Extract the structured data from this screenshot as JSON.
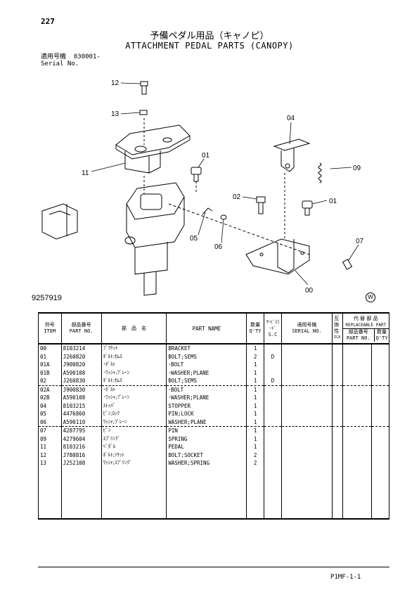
{
  "page_number": "227",
  "title_jp": "予備ペダル用品（キャノピ）",
  "title_en": "ATTACHMENT PEDAL PARTS (CANOPY)",
  "serial_label_jp": "適用号機",
  "serial_value": "030001-",
  "serial_label_en": "Serial No.",
  "figure_number": "9257919",
  "watermark_symbol": "W",
  "callouts": [
    "12",
    "13",
    "11",
    "01",
    "04",
    "09",
    "02",
    "01",
    "05",
    "06",
    "07",
    "00"
  ],
  "table": {
    "headers": {
      "item_jp": "符号",
      "item_en": "ITEM",
      "part_jp": "部品番号",
      "part_en": "PART NO.",
      "name_jp": "部　品　名",
      "name_en": "PART NAME",
      "qty_jp": "数量",
      "qty_en": "Q'TY",
      "svc_jp": "ｻｰﾋﾞｽｺｰﾄﾞ",
      "svc_en": "S.C",
      "serial_jp": "適用号機",
      "serial_en": "SERIAL NO.",
      "inter_jp": "互換性",
      "inter_en": "ICA",
      "repl_jp": "代 替 部 品",
      "repl_en": "REPLACEABLE PART",
      "repl_part_jp": "部品番号",
      "repl_part_en": "PART NO.",
      "repl_qty_jp": "数量",
      "repl_qty_en": "Q'TY"
    },
    "rows": [
      {
        "item": "00",
        "part": "8103214",
        "jp": "ﾌﾞﾗｹｯﾄ",
        "name": "BRACKET",
        "qty": "1",
        "svc": "",
        "group_start": false
      },
      {
        "item": "01",
        "part": "J260820",
        "jp": "ﾎﾞﾙﾄ;ｾﾑｽ",
        "name": "BOLT;SEMS",
        "qty": "2",
        "svc": "D",
        "group_start": false
      },
      {
        "item": "01A",
        "part": "J900820",
        "jp": "･ﾎﾞﾙﾄ",
        "name": "･BOLT",
        "qty": "1",
        "svc": "",
        "group_start": false
      },
      {
        "item": "01B",
        "part": "A590108",
        "jp": "･ﾜｯｼｬ;ﾌﾟﾚｰﾝ",
        "name": "･WASHER;PLANE",
        "qty": "1",
        "svc": "",
        "group_start": false
      },
      {
        "item": "02",
        "part": "J260830",
        "jp": "ﾎﾞﾙﾄ;ｾﾑｽ",
        "name": "BOLT;SEMS",
        "qty": "1",
        "svc": "D",
        "group_start": false
      },
      {
        "item": "02A",
        "part": "J900830",
        "jp": "･ﾎﾞﾙﾄ",
        "name": "･BOLT",
        "qty": "1",
        "svc": "",
        "group_start": true
      },
      {
        "item": "02B",
        "part": "A590108",
        "jp": "･ﾜｯｼｬ;ﾌﾟﾚｰﾝ",
        "name": "･WASHER;PLANE",
        "qty": "1",
        "svc": "",
        "group_start": false
      },
      {
        "item": "04",
        "part": "8103215",
        "jp": "ｽﾄｯﾊﾟ",
        "name": "STOPPER",
        "qty": "1",
        "svc": "",
        "group_start": false
      },
      {
        "item": "05",
        "part": "4476860",
        "jp": "ﾋﾟﾝ;ﾛｯｸ",
        "name": "PIN;LOCK",
        "qty": "1",
        "svc": "",
        "group_start": false
      },
      {
        "item": "06",
        "part": "A590110",
        "jp": "ﾜｯｼｬ;ﾌﾟﾚｰﾝ",
        "name": "WASHER;PLANE",
        "qty": "1",
        "svc": "",
        "group_start": false
      },
      {
        "item": "07",
        "part": "4287795",
        "jp": "ﾋﾟﾝ",
        "name": "PIN",
        "qty": "1",
        "svc": "",
        "group_start": true
      },
      {
        "item": "09",
        "part": "4279604",
        "jp": "ｽﾌﾟﾘﾝｸﾞ",
        "name": "SPRING",
        "qty": "1",
        "svc": "",
        "group_start": false
      },
      {
        "item": "11",
        "part": "8103216",
        "jp": "ﾍﾟﾀﾞﾙ",
        "name": "PEDAL",
        "qty": "1",
        "svc": "",
        "group_start": false
      },
      {
        "item": "12",
        "part": "J780816",
        "jp": "ﾎﾞﾙﾄ;ｿｹｯﾄ",
        "name": "BOLT;SOCKET",
        "qty": "2",
        "svc": "",
        "group_start": false
      },
      {
        "item": "13",
        "part": "J252108",
        "jp": "ﾜｯｼｬ;ｽﾌﾟﾘﾝｸﾞ",
        "name": "WASHER;SPRING",
        "qty": "2",
        "svc": "",
        "group_start": false
      }
    ]
  },
  "footer_code": "P1MF-1-1"
}
